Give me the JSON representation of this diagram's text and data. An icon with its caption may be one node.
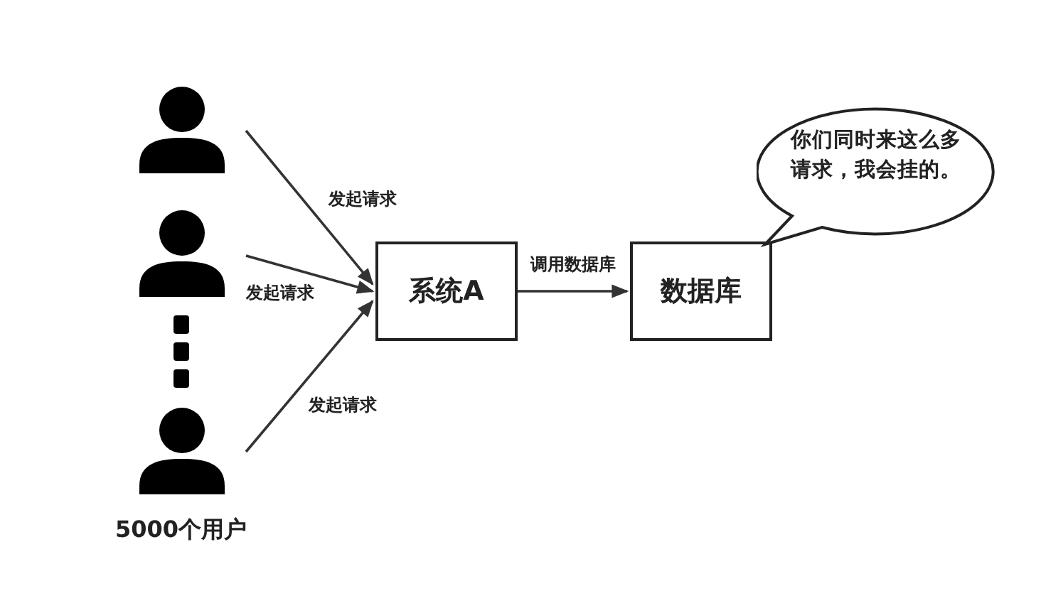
{
  "diagram": {
    "nodes": [
      {
        "text": [],
        "shape": "person"
      },
      {
        "text": [],
        "shape": "person"
      },
      {
        "text": [],
        "shape": "person"
      },
      {
        "text": [
          "系统A"
        ]
      },
      {
        "text": [
          "数据库"
        ]
      },
      {
        "text": [
          "你们同时来这么多请求，我会挂的。"
        ]
      }
    ],
    "edges": [
      {
        "from": 0,
        "to": 3,
        "arrow": "to",
        "label": "发起请求"
      },
      {
        "from": 1,
        "to": 3,
        "arrow": "to",
        "label": "发起请求"
      },
      {
        "from": 2,
        "to": 3,
        "arrow": "to",
        "label": "发起请求"
      },
      {
        "from": 3,
        "to": 4,
        "arrow": "to",
        "label": "调用数据库"
      }
    ],
    "labels": [
      "5000个用户"
    ]
  }
}
